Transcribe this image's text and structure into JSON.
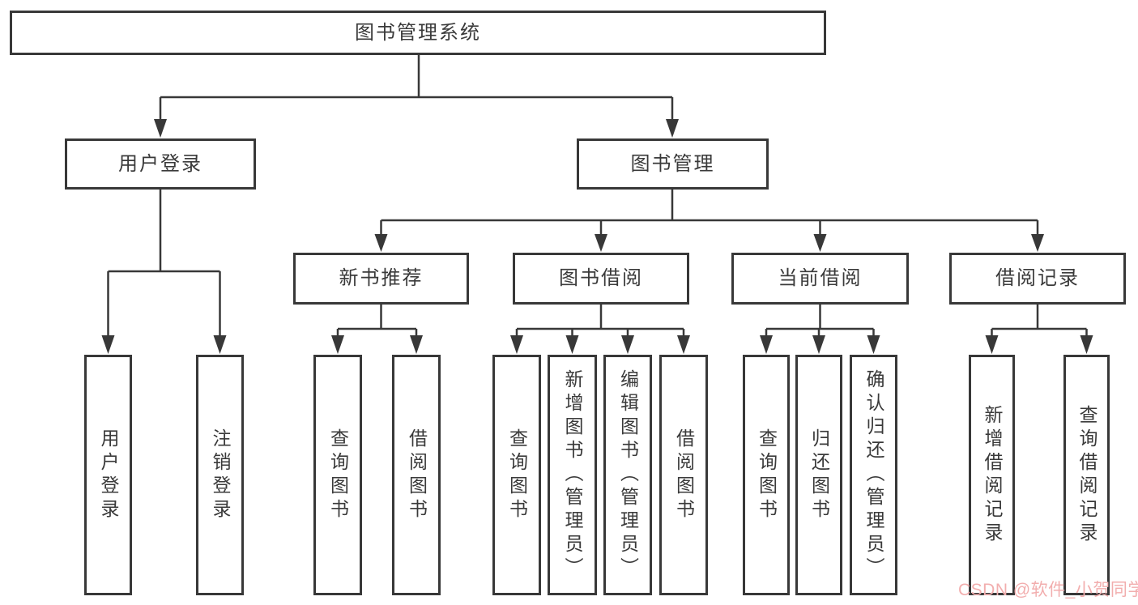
{
  "diagram": {
    "root": "图书管理系统",
    "level2": [
      "用户登录",
      "图书管理"
    ],
    "level3": [
      "新书推荐",
      "图书借阅",
      "当前借阅",
      "借阅记录"
    ],
    "leaves": [
      "用户登录",
      "注销登录",
      "查询图书",
      "借阅图书",
      "查询图书",
      "新增图书（管理员）",
      "编辑图书（管理员）",
      "借阅图书",
      "查询图书",
      "归还图书",
      "确认归还（管理员）",
      "新增借阅记录",
      "查询借阅记录"
    ],
    "hierarchy": {
      "图书管理系统": {
        "用户登录": [
          "用户登录",
          "注销登录"
        ],
        "图书管理": {
          "新书推荐": [
            "查询图书",
            "借阅图书"
          ],
          "图书借阅": [
            "查询图书",
            "新增图书（管理员）",
            "编辑图书（管理员）",
            "借阅图书"
          ],
          "当前借阅": [
            "查询图书",
            "归还图书",
            "确认归还（管理员）"
          ],
          "借阅记录": [
            "新增借阅记录",
            "查询借阅记录"
          ]
        }
      }
    },
    "colors": {
      "line": "#383838",
      "text": "#3a3a3a",
      "background": "#ffffff"
    }
  },
  "watermark": {
    "text": "CSDN @软件_小贺同学",
    "color": "#f2aeae"
  }
}
